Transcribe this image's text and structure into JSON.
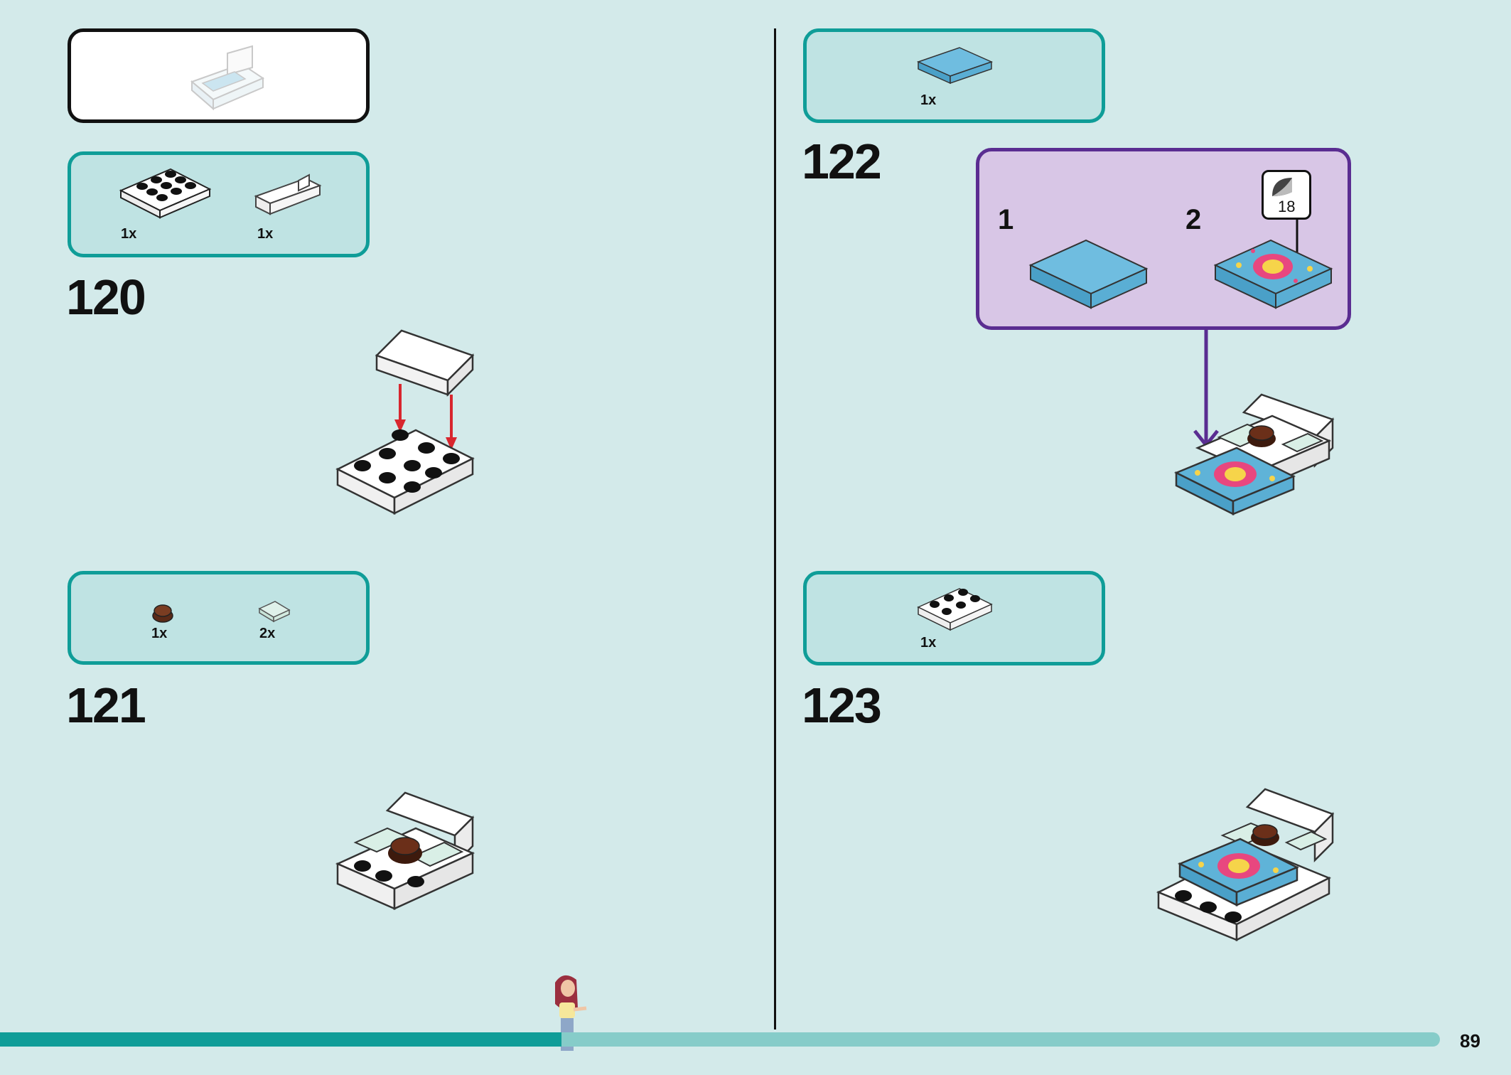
{
  "steps": [
    {
      "number": "120",
      "parts": [
        {
          "qty": "1x"
        },
        {
          "qty": "1x"
        }
      ]
    },
    {
      "number": "121",
      "parts": [
        {
          "qty": "1x"
        },
        {
          "qty": "2x"
        }
      ]
    },
    {
      "number": "122",
      "parts": [
        {
          "qty": "1x"
        }
      ],
      "substeps": {
        "first": "1",
        "second": "2",
        "sticker": "18"
      }
    },
    {
      "number": "123",
      "parts": [
        {
          "qty": "1x"
        }
      ]
    }
  ],
  "page_number": "89",
  "progress": 0.39,
  "colors": {
    "background": "#d3eaea",
    "callout_border": "#0f9d98",
    "callout_fill": "#bfe3e3",
    "substep_border": "#5a2d91",
    "substep_fill": "#d8c6e6",
    "arrow_red": "#d8262e",
    "tile_blue": "#5fb3d8"
  },
  "icons": [
    "overview-model-icon",
    "plate-2x4-icon",
    "bed-headboard-icon",
    "brown-round-plate-icon",
    "light-tile-icon",
    "blue-tile-2x4-icon",
    "plate-2x3-icon",
    "sticker-sheet-icon",
    "minifigure-icon"
  ]
}
